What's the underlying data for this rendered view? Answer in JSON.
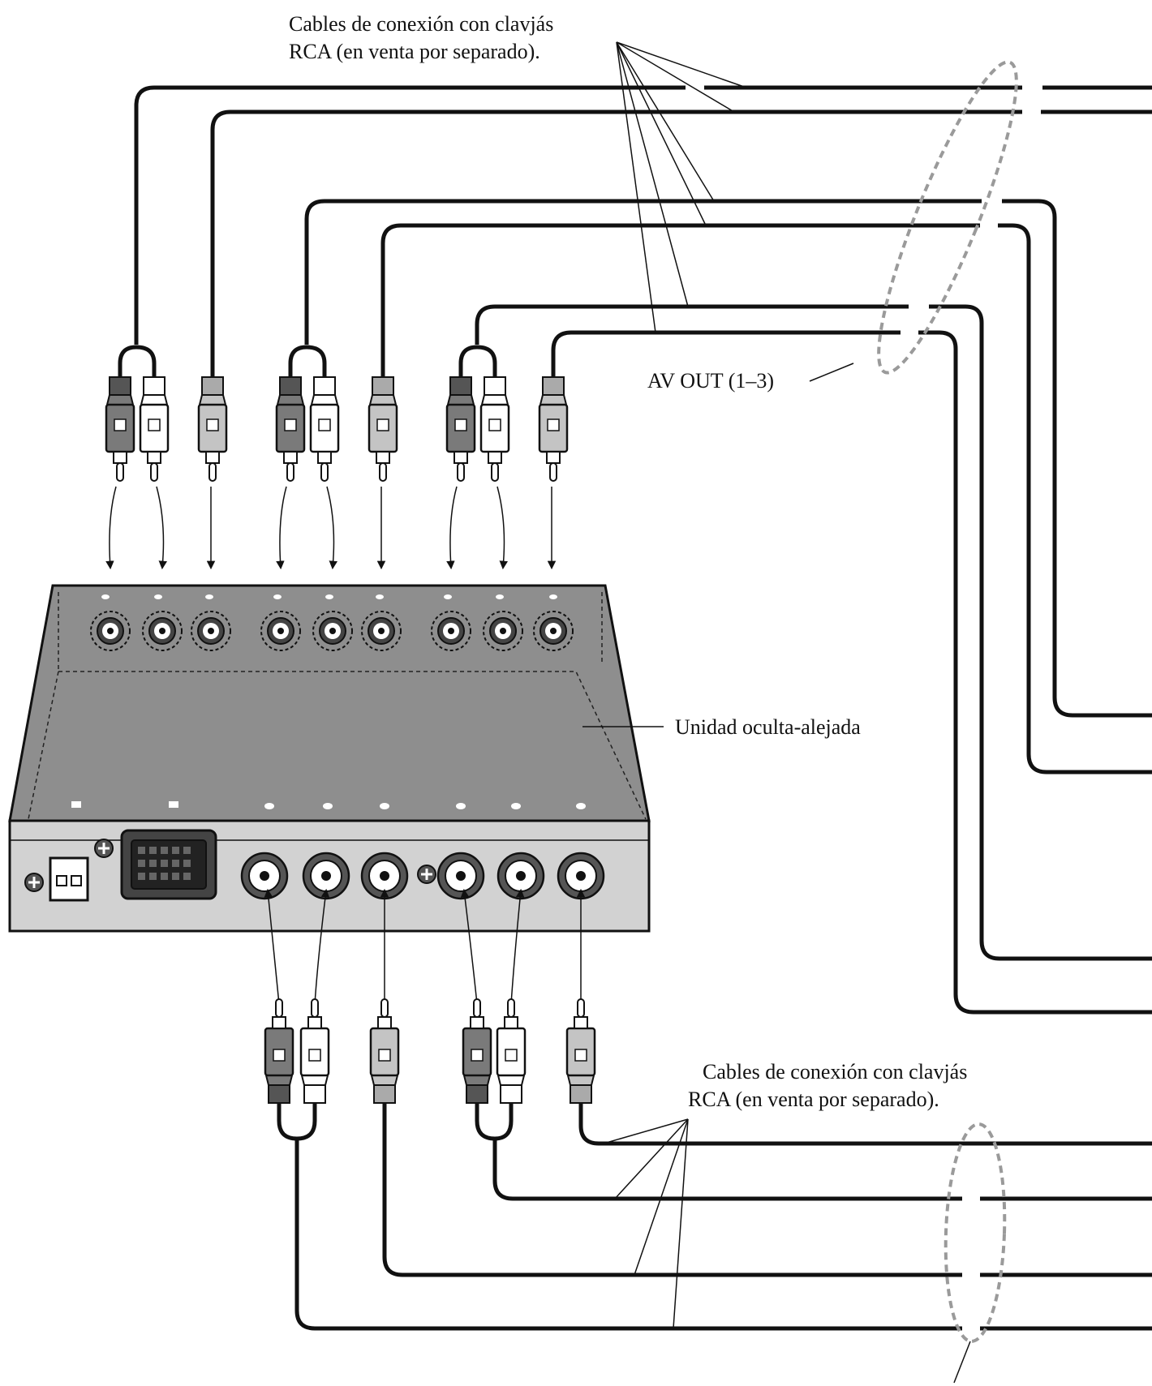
{
  "labels": {
    "top_callout_line1": "Cables de conexión con clavjás",
    "top_callout_line2": "RCA (en venta por separado).",
    "av_out": "AV OUT (1–3)",
    "unit": "Unidad oculta-alejada",
    "bottom_callout_line1": "Cables de conexión con clavjás",
    "bottom_callout_line2": "RCA (en venta por separado)."
  },
  "icons": {
    "plug": "rca-plug-icon",
    "jack": "rca-jack-icon",
    "power_connector": "power-connector-icon",
    "multi_pin_connector": "multi-pin-connector-icon",
    "screw": "screw-icon"
  },
  "colors": {
    "line": "#111111",
    "plug_red": "#7a7a7a",
    "plug_white": "#ffffff",
    "plug_yellow": "#c4c4c4",
    "unit_top": "#8e8e8e",
    "unit_front": "#d2d2d2",
    "dashed_ellipse": "#9a9a9a"
  }
}
